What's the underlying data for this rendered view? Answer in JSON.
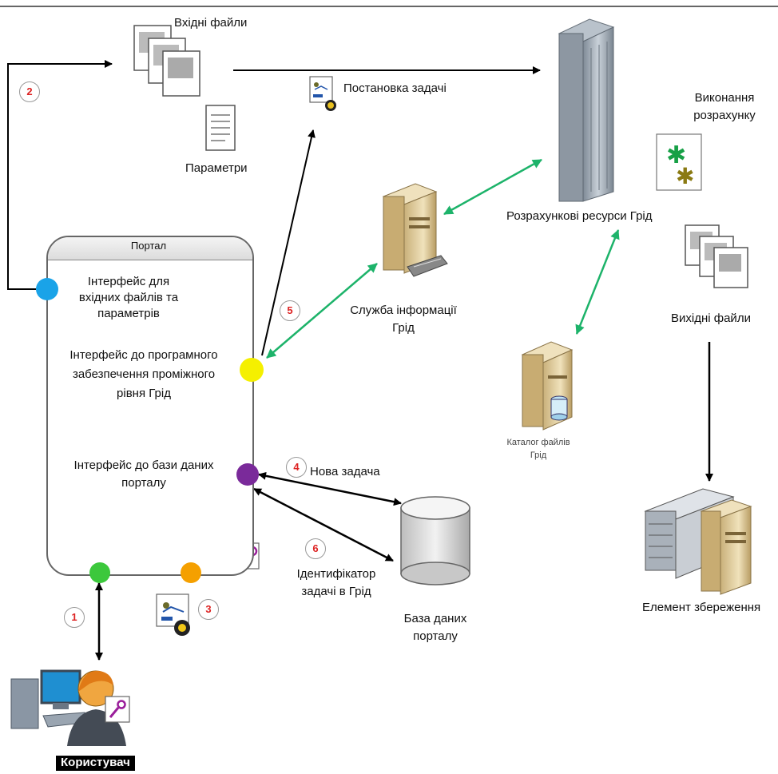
{
  "labels": {
    "input_files": "Вхідні файли",
    "parameters": "Параметри",
    "task_setup": "Постановка задачі",
    "compute_resources": "Розрахункові ресурси Грід",
    "execution_line1": "Виконання",
    "execution_line2": "розрахунку",
    "output_files": "Вихідні файли",
    "storage_element": "Елемент збереження",
    "info_service_line1": "Служба інформації",
    "info_service_line2": "Грід",
    "file_catalog_line1": "Каталог файлів",
    "file_catalog_line2": "Грід",
    "portal_title": "Портал",
    "iface_input_line1": "Інтерфейс для",
    "iface_input_line2": "вхідних файлів та",
    "iface_input_line3": "параметрів",
    "iface_middleware_line1": "Інтерфейс до програмного",
    "iface_middleware_line2": "забезпечення проміжного",
    "iface_middleware_line3": "рівня Грід",
    "iface_db_line1": "Інтерфейс до бази даних",
    "iface_db_line2": "порталу",
    "new_task": "Нова задача",
    "task_id_line1": "Ідентифікатор",
    "task_id_line2": "задачі в Грід",
    "portal_db_line1": "База даних",
    "portal_db_line2": "порталу",
    "user": "Користувач"
  },
  "steps": [
    "1",
    "2",
    "3",
    "4",
    "5",
    "6"
  ],
  "colors": {
    "interface_input": "#1aa3e8",
    "interface_middleware": "#f5f000",
    "interface_db": "#7a2a9a",
    "interface_user": "#3cc83c",
    "interface_cert": "#f5a000",
    "info_arrows": "#1db36a",
    "step_numbers": "#dd2222"
  }
}
